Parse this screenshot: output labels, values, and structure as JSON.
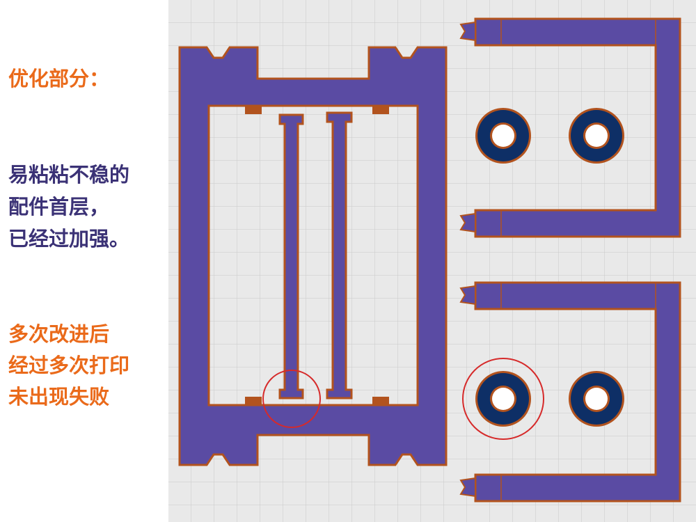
{
  "annotations": {
    "optimized_title": "优化部分：",
    "reinforce_lines": [
      "易粘粘不稳的",
      "配件首层，",
      "已经过加强。"
    ],
    "tested_lines": [
      "多次改进后",
      "经过多次打印",
      "未出现失败"
    ]
  },
  "colors": {
    "accent_orange": "#ea6a1a",
    "text_navy": "#3b3276",
    "part_fill": "#5a4ba3",
    "part_outline": "#b2531e",
    "bearing_fill": "#0e2f66",
    "highlight_red": "#d62a2a",
    "grid_bg": "#e9e9e9",
    "grid_line": "#c9c9c9"
  },
  "viewport": {
    "parts": [
      "frame-plate",
      "guide-rail-left",
      "guide-rail-right",
      "bracket-top",
      "bracket-bottom",
      "bearing-ring"
    ]
  }
}
